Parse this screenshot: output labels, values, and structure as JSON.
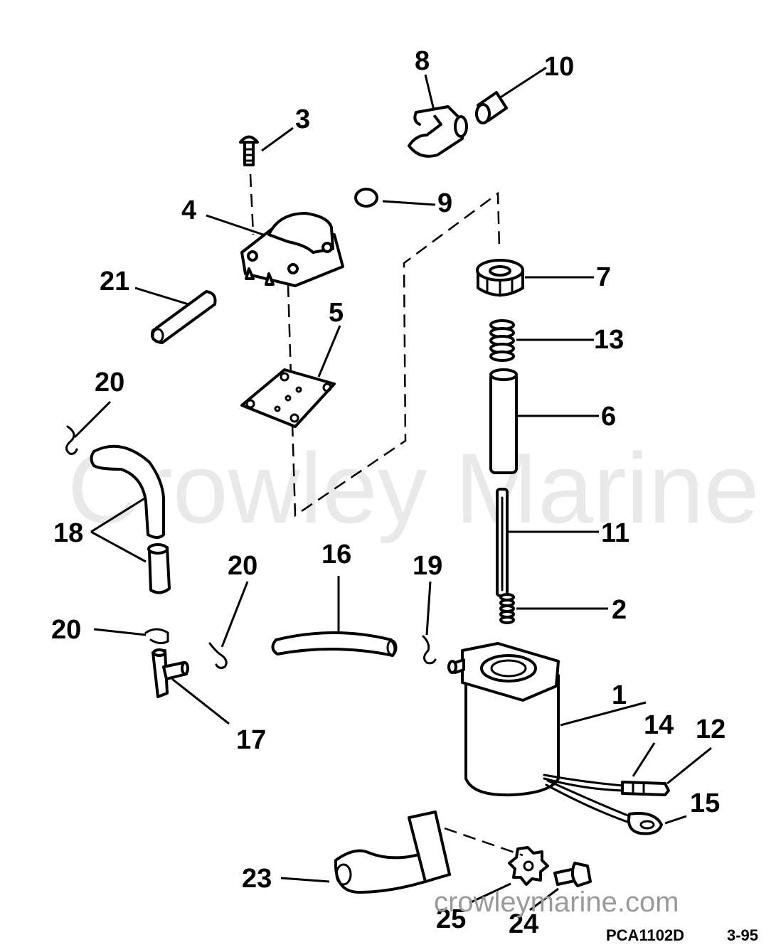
{
  "watermark": "Crowley Marine",
  "website": "crowleymarine.com",
  "drawing_code": "PCA1102D",
  "drawing_date": "3-95",
  "callouts": [
    "1",
    "2",
    "3",
    "4",
    "5",
    "6",
    "7",
    "8",
    "9",
    "10",
    "11",
    "12",
    "13",
    "14",
    "15",
    "16",
    "17",
    "18",
    "19",
    "20",
    "20",
    "20",
    "21",
    "23",
    "24",
    "25"
  ]
}
